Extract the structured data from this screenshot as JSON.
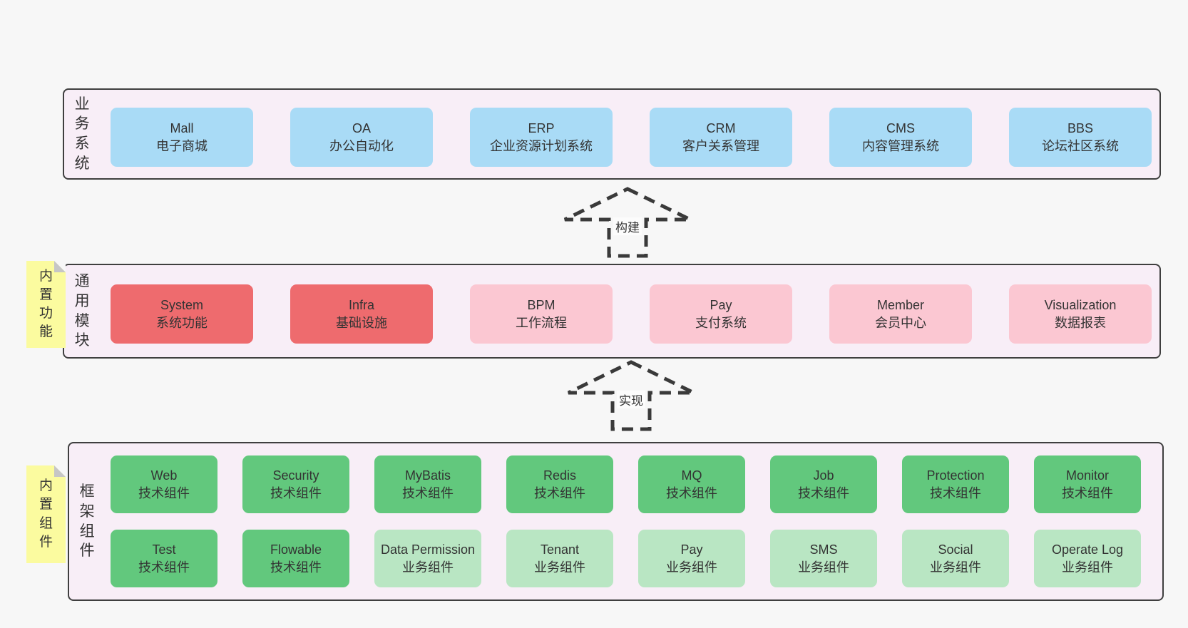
{
  "colors": {
    "page_bg": "#f7f7f7",
    "container_bg": "#f8eef7",
    "container_border": "#3f3f3f",
    "text": "#333333",
    "blue": "#a9dbf6",
    "red": "#ee6b6e",
    "pink": "#fbc7d2",
    "green": "#62c87d",
    "light_green": "#b9e6c3",
    "note_bg": "#fbfb9f",
    "note_fold": "#c6c6c6",
    "arrow_stroke": "#3a3a3a",
    "arrow_label_bg": "#fcfcfc"
  },
  "arrows": [
    {
      "label": "构建"
    },
    {
      "label": "实现"
    }
  ],
  "layers": [
    {
      "side_label": "业务系统",
      "note": null,
      "rows": [
        [
          {
            "name": "Mall",
            "subtitle": "电子商城",
            "color": "blue"
          },
          {
            "name": "OA",
            "subtitle": "办公自动化",
            "color": "blue"
          },
          {
            "name": "ERP",
            "subtitle": "企业资源计划系统",
            "color": "blue"
          },
          {
            "name": "CRM",
            "subtitle": "客户关系管理",
            "color": "blue"
          },
          {
            "name": "CMS",
            "subtitle": "内容管理系统",
            "color": "blue"
          },
          {
            "name": "BBS",
            "subtitle": "论坛社区系统",
            "color": "blue"
          }
        ]
      ]
    },
    {
      "side_label": "通用模块",
      "note": "内置功能",
      "rows": [
        [
          {
            "name": "System",
            "subtitle": "系统功能",
            "color": "red"
          },
          {
            "name": "Infra",
            "subtitle": "基础设施",
            "color": "red"
          },
          {
            "name": "BPM",
            "subtitle": "工作流程",
            "color": "pink"
          },
          {
            "name": "Pay",
            "subtitle": "支付系统",
            "color": "pink"
          },
          {
            "name": "Member",
            "subtitle": "会员中心",
            "color": "pink"
          },
          {
            "name": "Visualization",
            "subtitle": "数据报表",
            "color": "pink"
          }
        ]
      ]
    },
    {
      "side_label": "框架组件",
      "note": "内置组件",
      "rows": [
        [
          {
            "name": "Web",
            "subtitle": "技术组件",
            "color": "green"
          },
          {
            "name": "Security",
            "subtitle": "技术组件",
            "color": "green"
          },
          {
            "name": "MyBatis",
            "subtitle": "技术组件",
            "color": "green"
          },
          {
            "name": "Redis",
            "subtitle": "技术组件",
            "color": "green"
          },
          {
            "name": "MQ",
            "subtitle": "技术组件",
            "color": "green"
          },
          {
            "name": "Job",
            "subtitle": "技术组件",
            "color": "green"
          },
          {
            "name": "Protection",
            "subtitle": "技术组件",
            "color": "green"
          },
          {
            "name": "Monitor",
            "subtitle": "技术组件",
            "color": "green"
          }
        ],
        [
          {
            "name": "Test",
            "subtitle": "技术组件",
            "color": "green"
          },
          {
            "name": "Flowable",
            "subtitle": "技术组件",
            "color": "green"
          },
          {
            "name": "Data Permission",
            "subtitle": "业务组件",
            "color": "light_green"
          },
          {
            "name": "Tenant",
            "subtitle": "业务组件",
            "color": "light_green"
          },
          {
            "name": "Pay",
            "subtitle": "业务组件",
            "color": "light_green"
          },
          {
            "name": "SMS",
            "subtitle": "业务组件",
            "color": "light_green"
          },
          {
            "name": "Social",
            "subtitle": "业务组件",
            "color": "light_green"
          },
          {
            "name": "Operate Log",
            "subtitle": "业务组件",
            "color": "light_green"
          }
        ]
      ]
    }
  ]
}
